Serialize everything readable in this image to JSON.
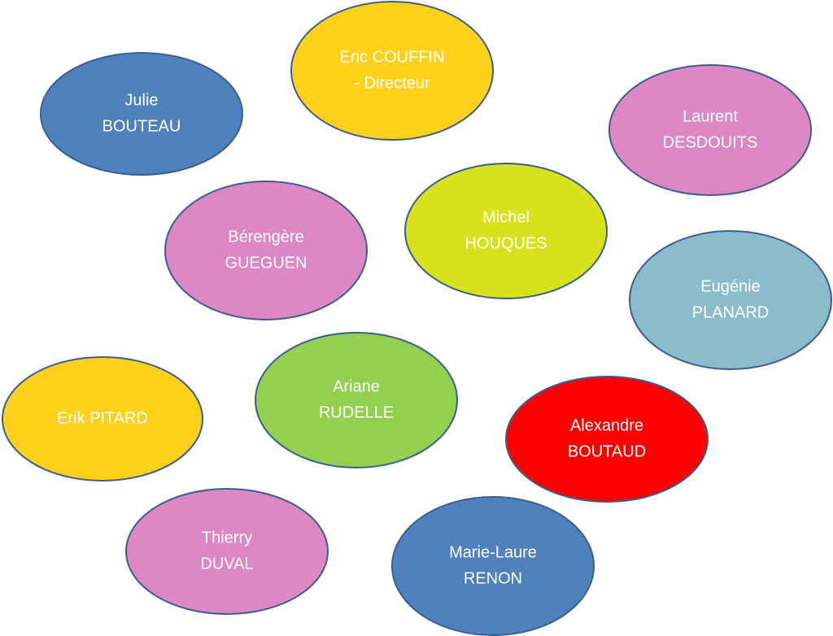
{
  "people": [
    {
      "id": "julie-bouteau",
      "lines": [
        "Julie",
        "BOUTEAU"
      ],
      "color": "#4f81bd"
    },
    {
      "id": "eric-couffin",
      "lines": [
        "Eric COUFFIN",
        "- Directeur"
      ],
      "color": "#ffd11a"
    },
    {
      "id": "laurent-desdouits",
      "lines": [
        "Laurent",
        "DESDOUITS"
      ],
      "color": "#dd87c5"
    },
    {
      "id": "berengere-gueguen",
      "lines": [
        "Bérengère",
        "GUEGUEN"
      ],
      "color": "#dd87c5"
    },
    {
      "id": "michel-houques",
      "lines": [
        "Michel",
        "HOUQUES"
      ],
      "color": "#d7e21c"
    },
    {
      "id": "eugenie-planard",
      "lines": [
        "Eugénie",
        "PLANARD"
      ],
      "color": "#8bbccc"
    },
    {
      "id": "erik-pitard",
      "lines": [
        "Erik PITARD"
      ],
      "color": "#ffd11a"
    },
    {
      "id": "ariane-rudelle",
      "lines": [
        "Ariane",
        "RUDELLE"
      ],
      "color": "#92d050"
    },
    {
      "id": "alexandre-boutaud",
      "lines": [
        "Alexandre",
        "BOUTAUD"
      ],
      "color": "#ff0000"
    },
    {
      "id": "thierry-duval",
      "lines": [
        "Thierry",
        "DUVAL"
      ],
      "color": "#dd87c5"
    },
    {
      "id": "marie-laure-renon",
      "lines": [
        "Marie-Laure",
        "RENON"
      ],
      "color": "#4f81bd"
    }
  ]
}
